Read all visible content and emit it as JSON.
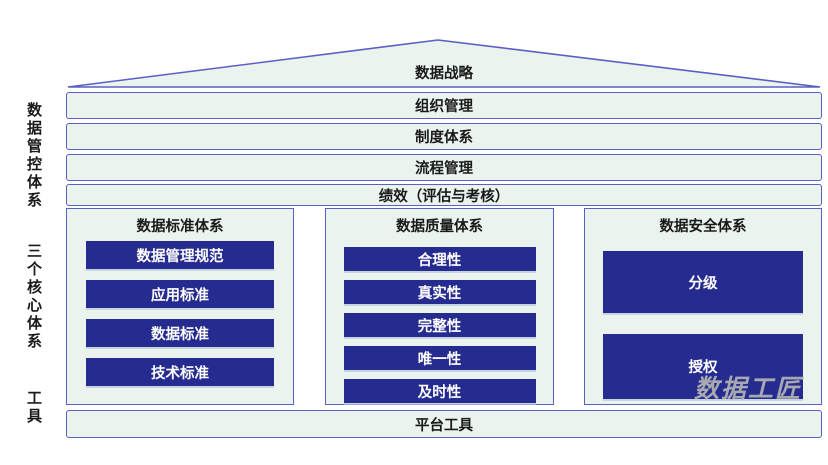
{
  "title": "数据战略",
  "side_labels": [
    "数据管控体系",
    "三个核心体系",
    "工具"
  ],
  "top_bars": [
    "组织管理",
    "制度体系",
    "流程管理",
    "绩效（评估与考核）"
  ],
  "columns": [
    {
      "header": "数据标准体系",
      "items": [
        "数据管理规范",
        "应用标准",
        "数据标准",
        "技术标准"
      ]
    },
    {
      "header": "数据质量体系",
      "items": [
        "合理性",
        "真实性",
        "完整性",
        "唯一性",
        "及时性"
      ]
    },
    {
      "header": "数据安全体系",
      "items": [
        "分级",
        "授权"
      ]
    }
  ],
  "bottom_bar": "平台工具",
  "watermark": "数据工匠",
  "colors": {
    "panel_fill": "#eaf3ee",
    "border": "#5a5fc4",
    "navy_box": "#262c8f",
    "text_dark": "#1a1a1a",
    "text_light": "#ffffff",
    "watermark": "#a8a8b0"
  }
}
